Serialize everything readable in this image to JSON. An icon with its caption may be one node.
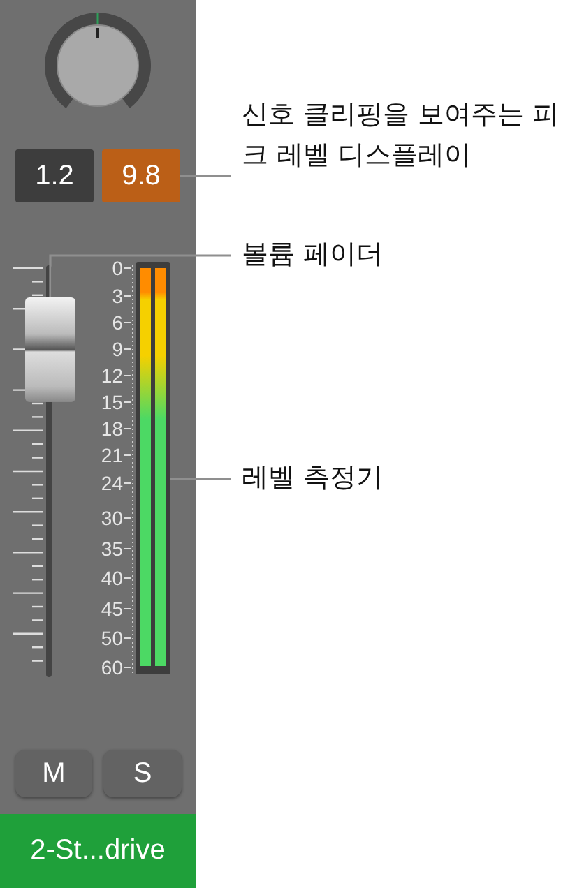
{
  "diagram": {
    "nodes": [
      {
        "text": [
          "신호 클리핑을 보여주는 피크 레벨 디스플레이"
        ]
      },
      {
        "text": [
          "9.8"
        ]
      },
      {
        "text": [
          "볼륨 페이더"
        ]
      },
      {
        "text": [],
        "shape": "box"
      },
      {
        "text": [
          "레벨 측정기"
        ]
      },
      {
        "text": [],
        "shape": "bar"
      }
    ],
    "edges": [
      {
        "from": 0,
        "to": 1,
        "arrow": "none"
      },
      {
        "from": 2,
        "to": 3,
        "arrow": "none"
      },
      {
        "from": 4,
        "to": 5,
        "arrow": "none"
      }
    ],
    "labels": [
      "1.2",
      "0",
      "3",
      "6",
      "9",
      "12",
      "15",
      "18",
      "21",
      "24",
      "30",
      "35",
      "40",
      "45",
      "50",
      "60",
      "M",
      "S",
      "2-St...drive"
    ]
  }
}
